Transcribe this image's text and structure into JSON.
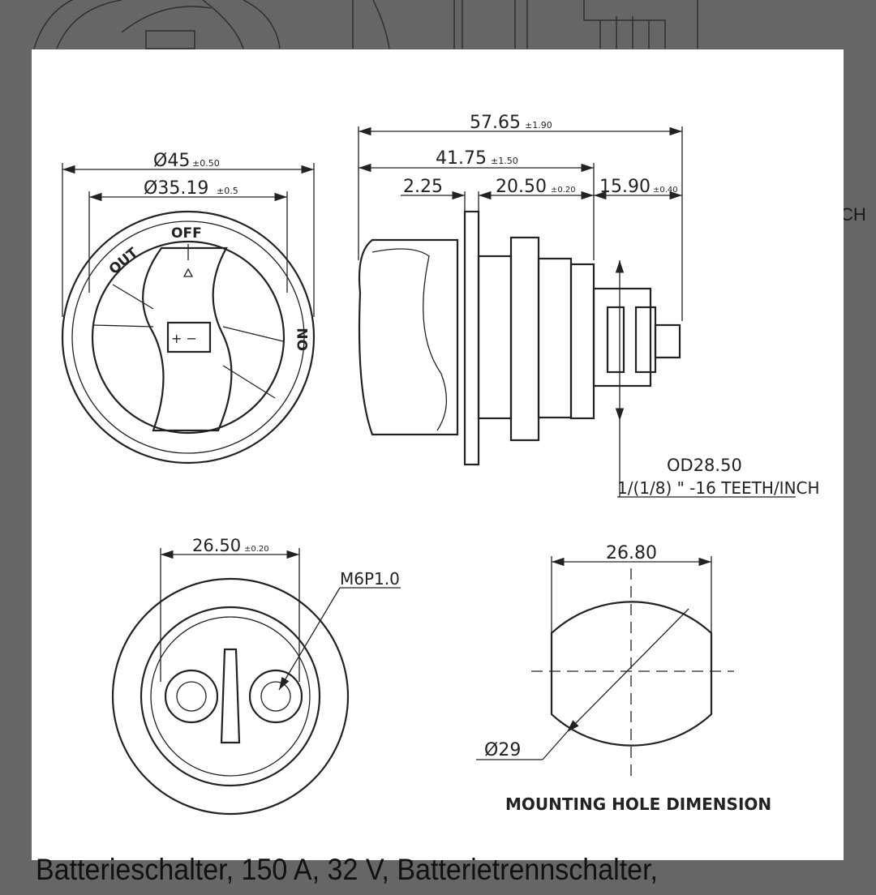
{
  "background": {
    "partial_text": "CH"
  },
  "drawing": {
    "front_view": {
      "outer_diameter": "45",
      "outer_tol": "±0.50",
      "inner_diameter": "35.19",
      "inner_tol": "±0.5",
      "label_off": "OFF",
      "label_out": "OUT",
      "label_on": "ON"
    },
    "side_view": {
      "overall": "57.65",
      "overall_tol": "±1.90",
      "body": "41.75",
      "body_tol": "±1.50",
      "flange": "2.25",
      "mid": "20.50",
      "mid_tol": "±0.20",
      "stud": "15.90",
      "stud_tol": "±0.40",
      "od": "OD28.50",
      "thread": "1/(1/8) \" -16 TEETH/INCH"
    },
    "rear_view": {
      "width": "26.50",
      "width_tol": "±0.20",
      "thread": "M6P1.0"
    },
    "mounting_hole": {
      "width": "26.80",
      "diameter": "29",
      "title": "MOUNTING HOLE DIMENSION"
    },
    "diameter_symbol": "Ø"
  },
  "caption": "Batterieschalter, 150 A, 32 V, Batterietrennschalter,"
}
